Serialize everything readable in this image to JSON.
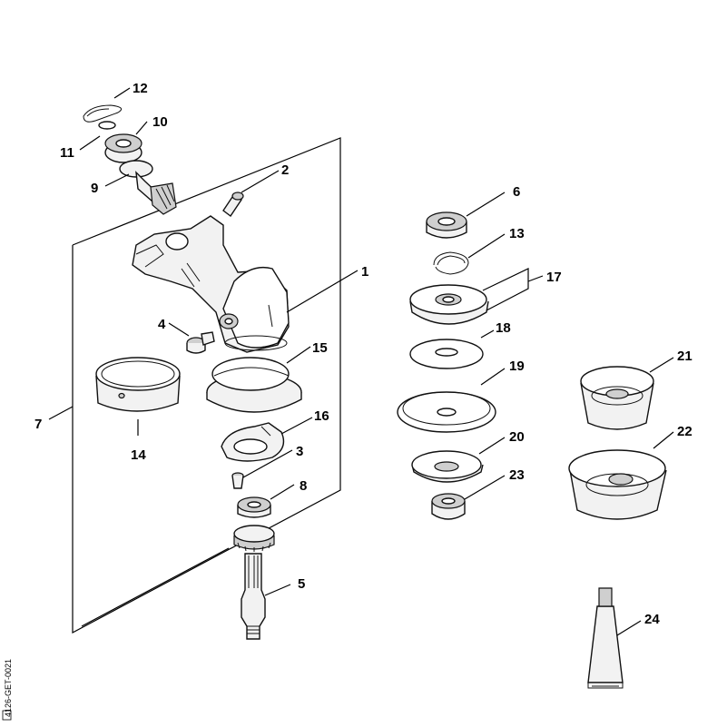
{
  "diagram": {
    "callouts": [
      "1",
      "2",
      "3",
      "4",
      "5",
      "6",
      "7",
      "8",
      "9",
      "10",
      "11",
      "12",
      "13",
      "14",
      "15",
      "16",
      "17",
      "18",
      "19",
      "20",
      "21",
      "22",
      "23",
      "24"
    ],
    "drawing_number": "4126-GET-0021"
  }
}
